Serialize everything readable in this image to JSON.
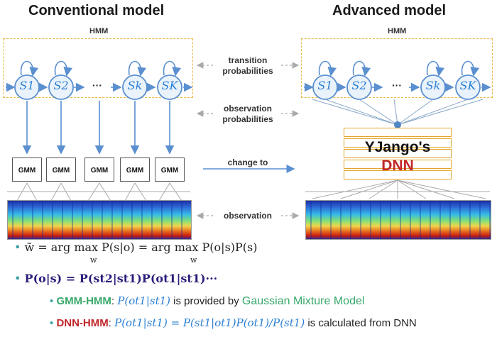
{
  "titles": {
    "left": "Conventional model",
    "right": "Advanced model"
  },
  "hmm_label": "HMM",
  "states_left": [
    "S1",
    "S2",
    "Sk",
    "SK"
  ],
  "states_right": [
    "S1",
    "S2",
    "Sk",
    "SK"
  ],
  "ellipsis": "···",
  "middle_labels": {
    "transition": "transition\nprobabilities",
    "observation_prob": "observation\nprobabilities",
    "change_to": "change to",
    "observation": "observation"
  },
  "gmm_label": "GMM",
  "dnn": {
    "line1": "YJango's",
    "line2": "DNN"
  },
  "bullets": {
    "b1": "w̃ = arg max P(s|o) = arg max P(o|s)P(s)",
    "b1_under": "w",
    "b2": "P(o|s) = P(st2|st1)P(ot1|st1)···",
    "gmm_hmm_label": "GMM-HMM",
    "gmm_hmm_eq": "P(ot1|st1)",
    "gmm_hmm_text": "is provided by",
    "gmm_hmm_model": "Gaussian Mixture Model",
    "dnn_hmm_label": "DNN-HMM",
    "dnn_hmm_eq": "P(ot1|st1) = P(st1|ot1)P(ot1)/P(st1)",
    "dnn_hmm_text": "is calculated from DNN"
  },
  "colors": {
    "accent_blue": "#2a7fd4",
    "dash_orange": "#e8b84a",
    "red": "#c0262b",
    "green": "#3aa86b",
    "purple": "#2a1f7a"
  }
}
